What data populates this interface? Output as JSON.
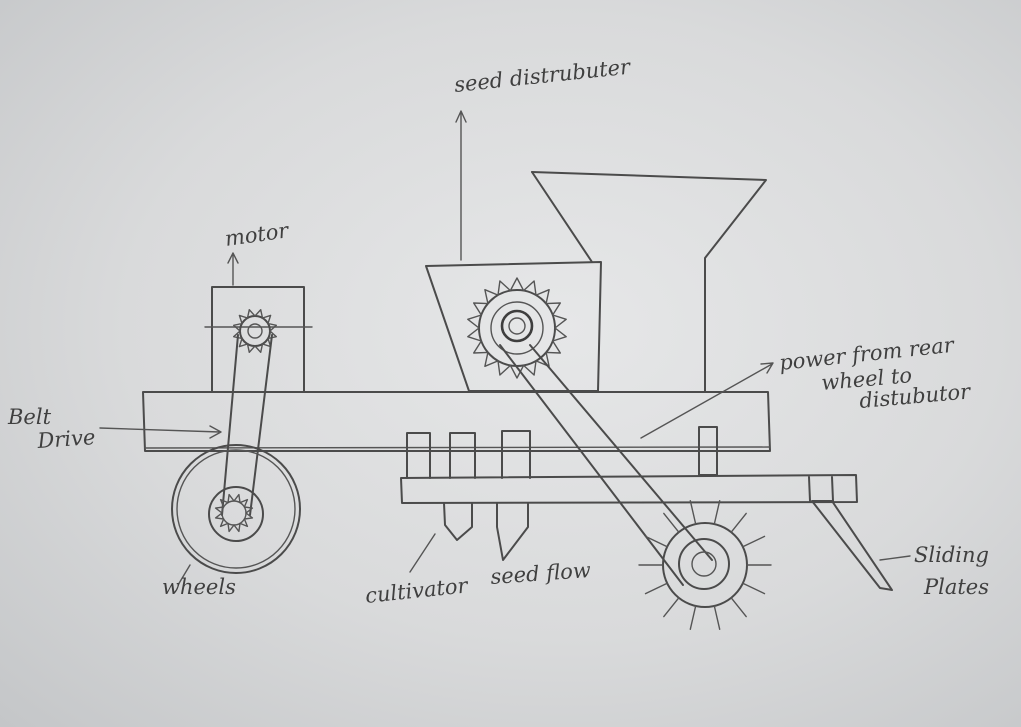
{
  "labels": {
    "seed_distributor": "seed distrubuter",
    "motor": "motor",
    "belt_drive_line1": "Belt",
    "belt_drive_line2": "Drive",
    "power_line1": "power from rear",
    "power_line2": "wheel to",
    "power_line3": "distubutor",
    "sliding_line1": "Sliding",
    "sliding_line2": "Plates",
    "wheels": "wheels",
    "cultivator": "cultivator",
    "seed_flow": "seed flow"
  },
  "colors": {
    "ink": "#4b4b4b",
    "paper": "#e2e3e4"
  }
}
